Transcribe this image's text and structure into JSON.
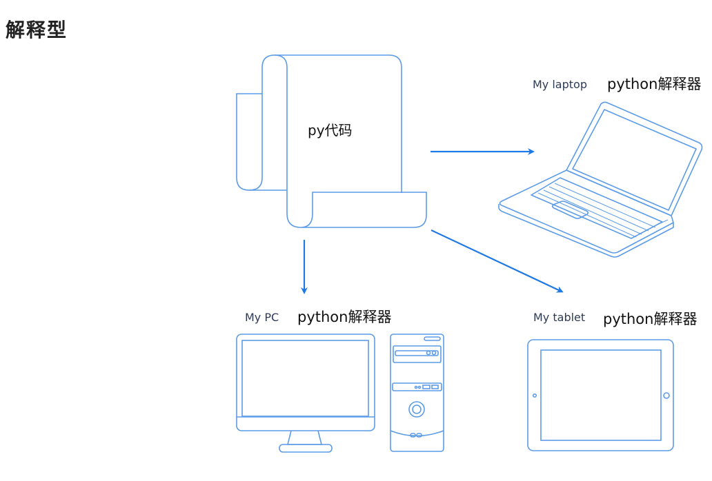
{
  "page": {
    "title": "解释型"
  },
  "colors": {
    "line": "#5b9be8",
    "arrow": "#1e78e6",
    "text": "#111111",
    "caption": "#2d3a55"
  },
  "source": {
    "label": "py代码",
    "icon": "document-scroll-icon"
  },
  "targets": [
    {
      "id": "laptop",
      "device_label": "My laptop",
      "interpreter_label": "python解释器",
      "icon": "laptop-icon"
    },
    {
      "id": "pc",
      "device_label": "My PC",
      "interpreter_label": "python解释器",
      "icon": "desktop-pc-icon"
    },
    {
      "id": "tablet",
      "device_label": "My tablet",
      "interpreter_label": "python解释器",
      "icon": "tablet-icon"
    }
  ],
  "edges": [
    {
      "from": "source",
      "to": "laptop"
    },
    {
      "from": "source",
      "to": "pc"
    },
    {
      "from": "source",
      "to": "tablet"
    }
  ]
}
